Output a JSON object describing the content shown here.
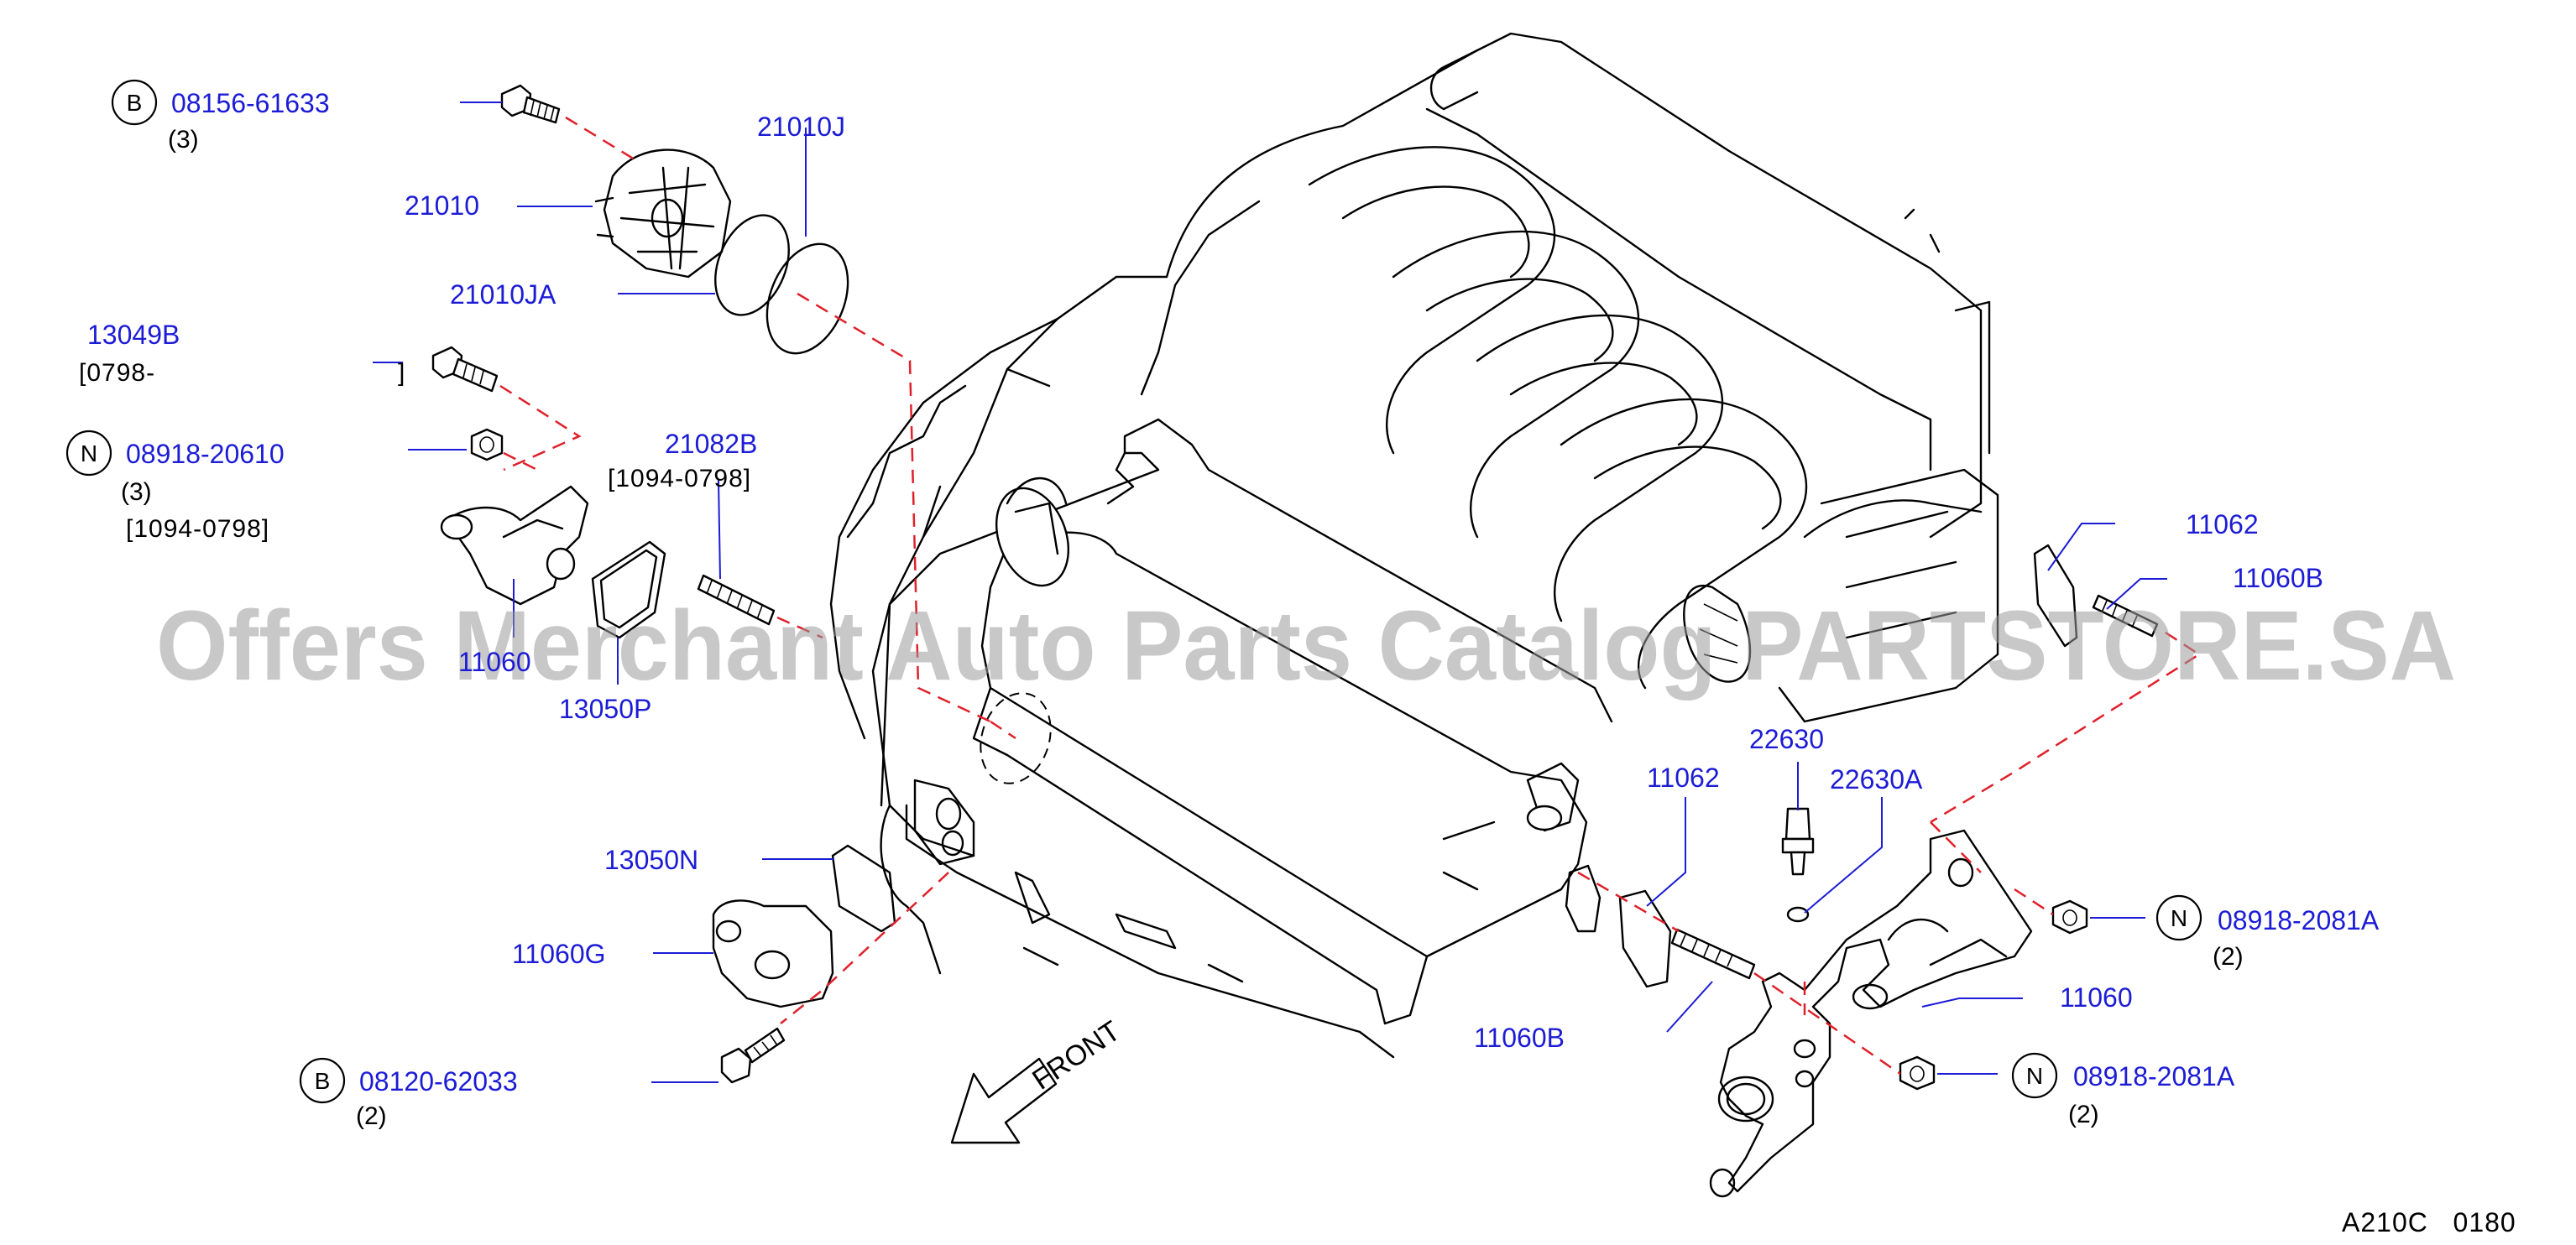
{
  "diagram": {
    "code": "A210C   0180",
    "watermark": "Offers Merchant Auto Parts Catalog PARTSTORE.SA",
    "front_label": "FRONT",
    "colors": {
      "part_number": "#1c1cd6",
      "leader_dash": "#e0202a",
      "linework": "#000000",
      "watermark": "#9a9a9a"
    },
    "callouts": {
      "bolt_top": {
        "prefix": "B",
        "number": "08156-61633",
        "qty": "(3)"
      },
      "pump": {
        "number": "21010"
      },
      "gasket_j": {
        "number": "21010J"
      },
      "gasket_ja": {
        "number": "21010JA"
      },
      "bolt_13049b": {
        "number": "13049B",
        "range_open": "[0798-",
        "range_close": "]"
      },
      "nut_left": {
        "prefix": "N",
        "number": "08918-20610",
        "qty": "(3)",
        "range": "[1094-0798]"
      },
      "stud_21082b": {
        "number": "21082B",
        "range": "[1094-0798]"
      },
      "housing_left": {
        "number": "11060"
      },
      "gasket_13050p": {
        "number": "13050P"
      },
      "gasket_13050n": {
        "number": "13050N"
      },
      "housing_11060g": {
        "number": "11060G"
      },
      "bolt_bottom": {
        "prefix": "B",
        "number": "08120-62033",
        "qty": "(2)"
      },
      "gasket_11062_top": {
        "number": "11062"
      },
      "stud_11060b_top": {
        "number": "11060B"
      },
      "sensor": {
        "number": "22630"
      },
      "washer": {
        "number": "22630A"
      },
      "gasket_11062_mid": {
        "number": "11062"
      },
      "stud_11060b_mid": {
        "number": "11060B"
      },
      "nut_right_top": {
        "prefix": "N",
        "number": "08918-2081A",
        "qty": "(2)"
      },
      "outlet_11060": {
        "number": "11060"
      },
      "nut_right_bottom": {
        "prefix": "N",
        "number": "08918-2081A",
        "qty": "(2)"
      }
    }
  }
}
